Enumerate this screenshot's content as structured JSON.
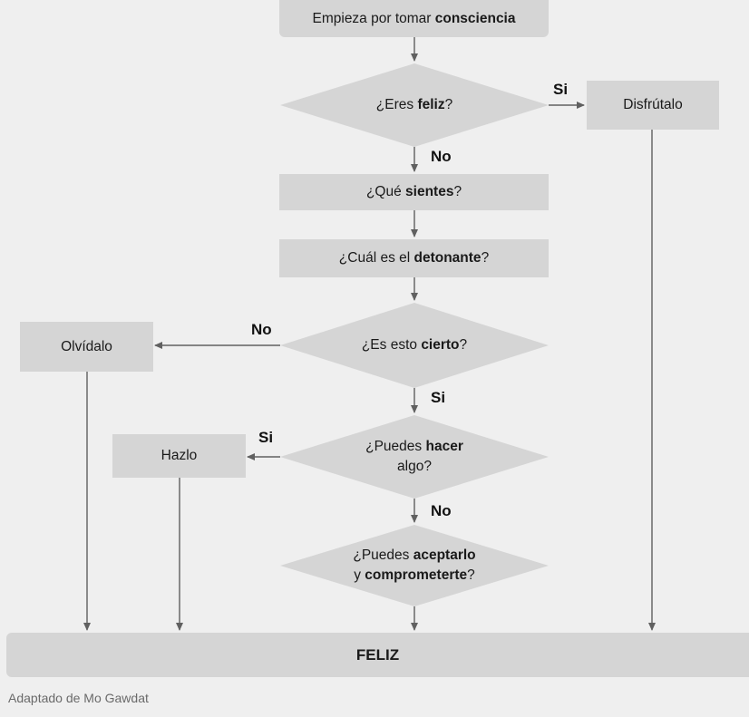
{
  "nodes": {
    "start": {
      "pre": "Empieza por tomar ",
      "bold": "consciencia",
      "post": ""
    },
    "q_feliz": {
      "pre": "¿Eres ",
      "bold": "feliz",
      "post": "?"
    },
    "disfrutalo": {
      "label": "Disfrútalo"
    },
    "q_sientes": {
      "pre": "¿Qué ",
      "bold": "sientes",
      "post": "?"
    },
    "q_detonante": {
      "pre": "¿Cuál es el ",
      "bold": "detonante",
      "post": "?"
    },
    "q_cierto": {
      "pre": "¿Es esto ",
      "bold": "cierto",
      "post": "?"
    },
    "olvidalo": {
      "label": "Olvídalo"
    },
    "q_hacer": {
      "pre": "¿Puedes ",
      "bold": "hacer",
      "post": "",
      "line2": "algo?"
    },
    "hazlo": {
      "label": "Hazlo"
    },
    "q_aceptar": {
      "pre": "¿Puedes ",
      "bold": "aceptarlo",
      "line2_pre": "y ",
      "line2_bold": "comprometerte",
      "line2_post": "?"
    },
    "end": {
      "label": "FELIZ"
    }
  },
  "edge_labels": {
    "feliz_si": "Si",
    "feliz_no": "No",
    "cierto_no": "No",
    "cierto_si": "Si",
    "hacer_si": "Si",
    "hacer_no": "No"
  },
  "caption": "Adaptado de Mo Gawdat",
  "colors": {
    "box": "#d5d5d5",
    "background": "#efefef",
    "arrow": "#606060"
  }
}
